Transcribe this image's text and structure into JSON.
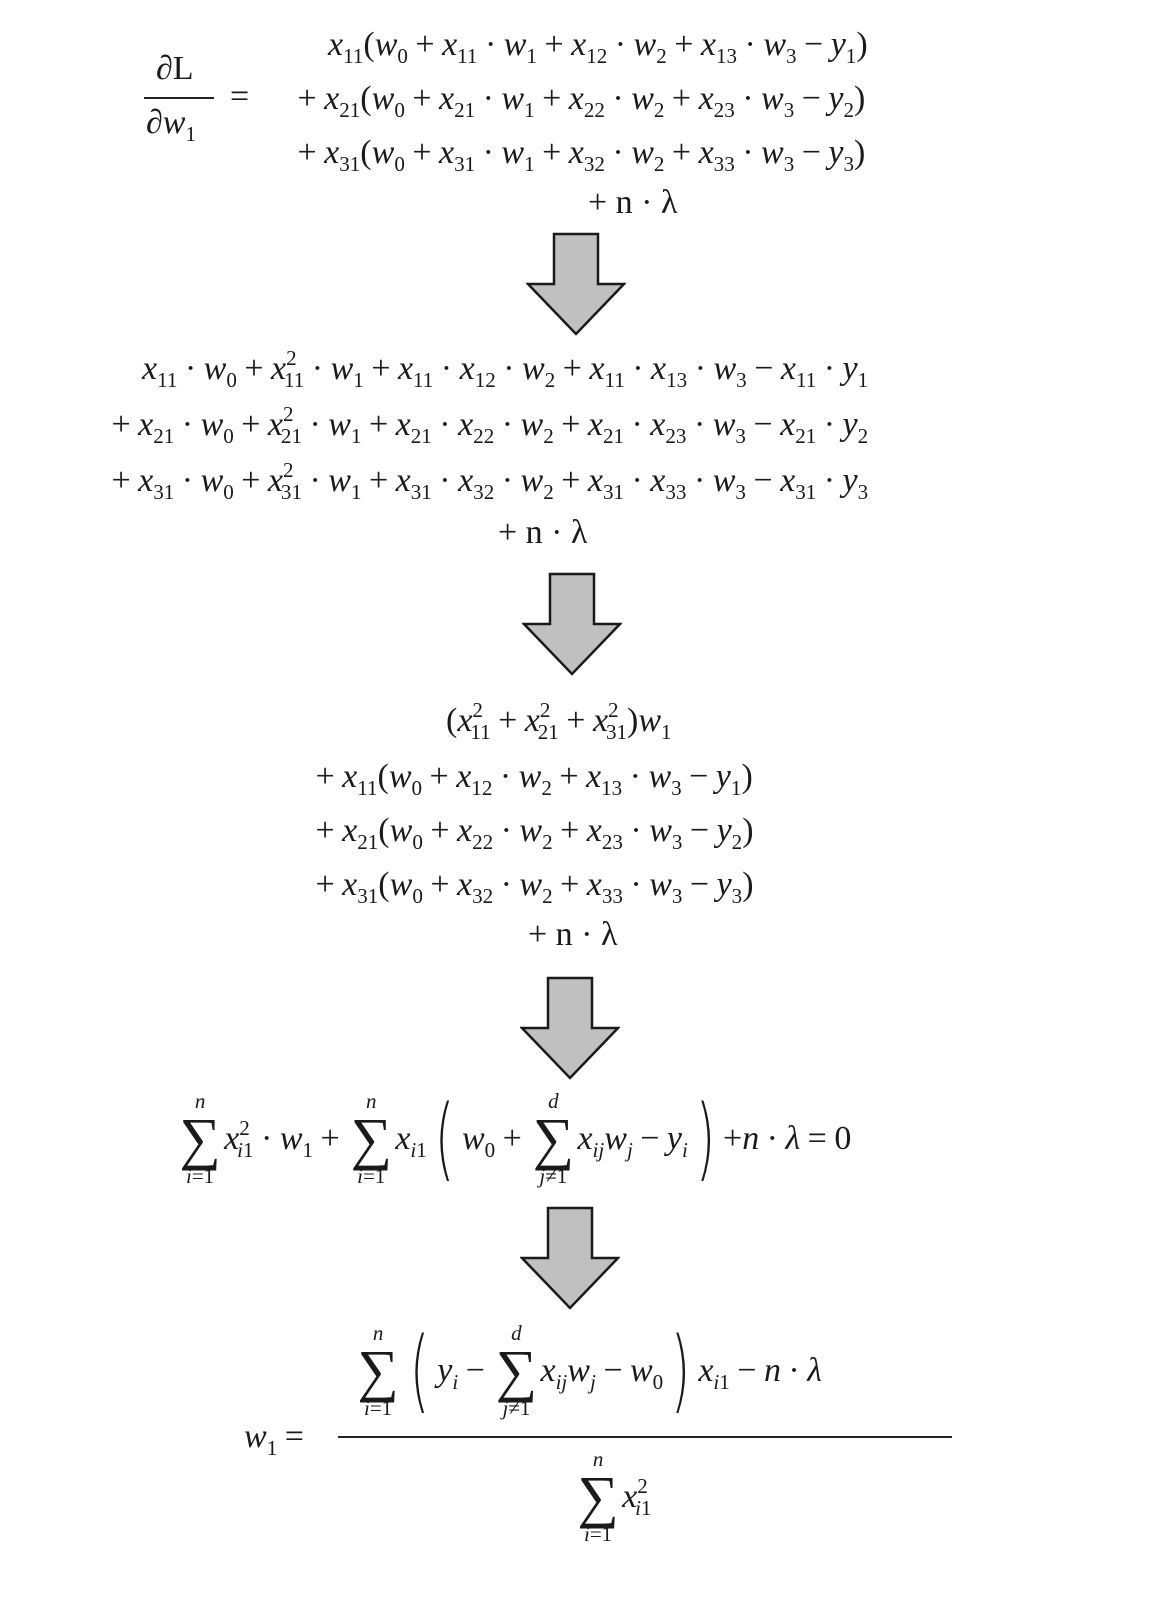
{
  "step1": {
    "lhs_numer": "∂L",
    "lhs_denom": "∂w",
    "lhs_denom_sub": "1",
    "eq": "="
  },
  "plus_n_lambda": "+ n · λ",
  "arrow_fill": "#c0c0c0",
  "arrow_stroke": "#1a1a1a",
  "final_lhs": "w",
  "final_lhs_sub": "1",
  "eq": "="
}
